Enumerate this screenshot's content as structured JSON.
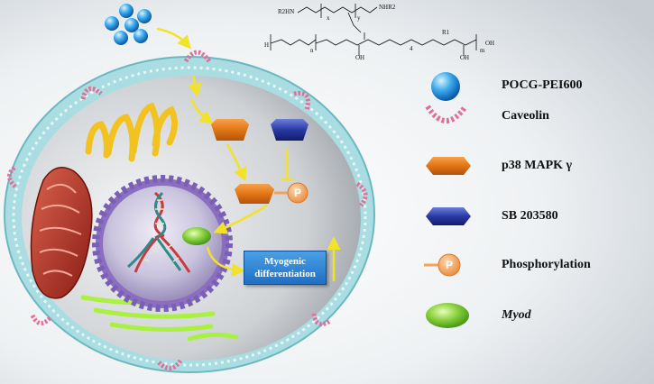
{
  "legend": {
    "items": [
      {
        "label": "POCG-PEI600",
        "italic": false
      },
      {
        "label": "Caveolin",
        "italic": false
      },
      {
        "label": "p38 MAPK γ",
        "italic": false
      },
      {
        "label": "SB 203580",
        "italic": false
      },
      {
        "label": "Phosphorylation",
        "italic": false
      },
      {
        "label": "Myod",
        "italic": true
      }
    ]
  },
  "cell": {
    "myogenic_box": "Myogenic differentiation",
    "phospho_symbol": "P"
  },
  "chemical": {
    "pei_left": "R2HN",
    "pei_right": "NHR2",
    "pei_sub_x": "x",
    "pei_sub_y": "y",
    "polymer_h": "H",
    "polymer_oh": "OH",
    "sub_n": "n",
    "sub_4": "4",
    "sub_m": "m",
    "r1": "R1"
  },
  "colors": {
    "membrane": "#8fd0d6",
    "cytoplasm": "#c9ccd0",
    "nucleus": "#a898c6",
    "caveolin": "#e0709a",
    "p38": "#e07a1c",
    "sb203580": "#1f2f9a",
    "phospho": "#f2a25a",
    "myod": "#7ec83a",
    "arrow": "#f2e22a"
  }
}
